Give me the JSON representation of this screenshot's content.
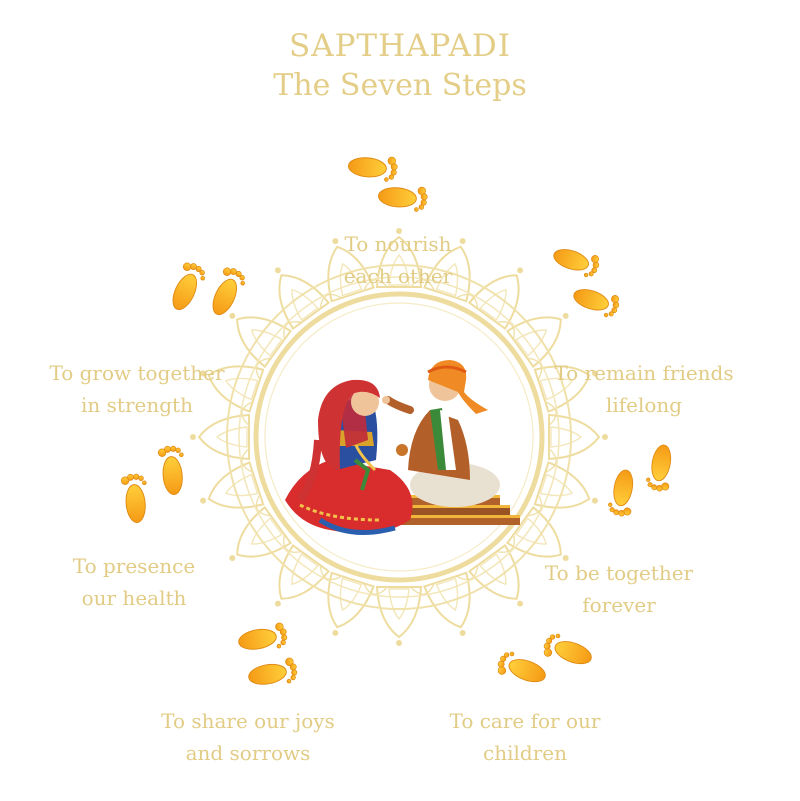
{
  "header": {
    "title": "SAPTHAPADI",
    "subtitle": "The Seven Steps"
  },
  "steps": [
    {
      "line1": "To nourish",
      "line2": "each other"
    },
    {
      "line1": "To remain friends",
      "line2": "lifelong"
    },
    {
      "line1": "To be together",
      "line2": "forever"
    },
    {
      "line1": "To care for our",
      "line2": "children"
    },
    {
      "line1": "To share our joys",
      "line2": "and sorrows"
    },
    {
      "line1": "To presence",
      "line2": "our health"
    },
    {
      "line1": "To grow together",
      "line2": "in strength"
    }
  ],
  "colors": {
    "text_gold": "#e2cc85",
    "footprint_orange": "#f7a41c",
    "footprint_light": "#ffd24a",
    "mandala_gold": "#eedc9f"
  },
  "icons": {
    "footprint": "footprint-icon",
    "mandala": "mandala-ornament",
    "couple": "wedding-couple-illustration"
  }
}
